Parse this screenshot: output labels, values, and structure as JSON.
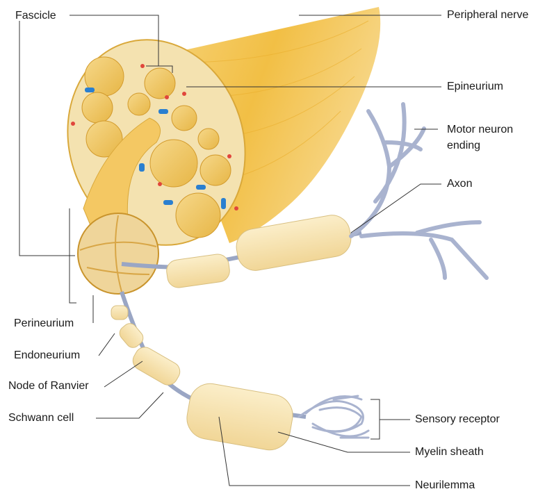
{
  "labels": {
    "fascicle": "Fascicle",
    "peripheral_nerve": "Peripheral nerve",
    "epineurium": "Epineurium",
    "motor_neuron_ending_line1": "Motor neuron",
    "motor_neuron_ending_line2": "ending",
    "axon": "Axon",
    "perineurium": "Perineurium",
    "endoneurium": "Endoneurium",
    "node_of_ranvier": "Node of Ranvier",
    "schwann_cell": "Schwann cell",
    "sensory_receptor": "Sensory receptor",
    "myelin_sheath": "Myelin sheath",
    "neurilemma": "Neurilemma"
  },
  "colors": {
    "nerve_yellow": "#f2c14e",
    "nerve_light": "#f7dc96",
    "fascicle_fill": "#efd28f",
    "myelin": "#f8e6b5",
    "axon_blue": "#9aa6c4",
    "vessel_blue": "#2a7fd0",
    "vessel_red": "#e0463c",
    "line": "#333333"
  }
}
